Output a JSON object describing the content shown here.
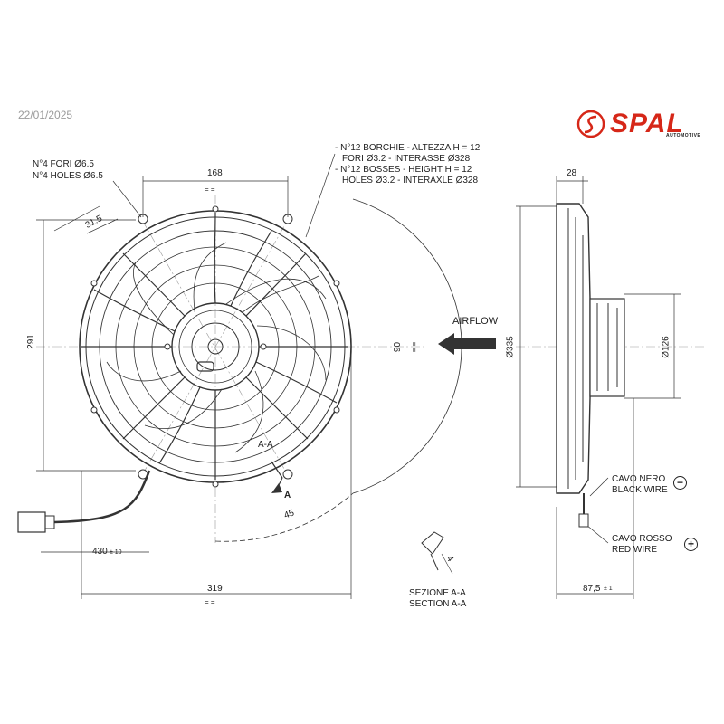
{
  "header": {
    "date": "22/01/2025",
    "brand": "SPAL",
    "brand_sub": "AUTOMOTIVE",
    "brand_color": "#d62718"
  },
  "notes": {
    "holes_it": "N°4 FORI Ø6.5",
    "holes_en": "N°4 HOLES Ø6.5",
    "bosses_it_1": "- N°12 BORCHIE - ALTEZZA H = 12",
    "bosses_it_2": "FORI Ø3.2 - INTERASSE Ø328",
    "bosses_en_1": "- N°12 BOSSES - HEIGHT H = 12",
    "bosses_en_2": "HOLES Ø3.2 - INTERAXLE Ø328"
  },
  "dimensions": {
    "d168": "168",
    "d31_5": "31.5",
    "d291": "291",
    "d90": "90",
    "d45": "45",
    "d430": "430",
    "d430_tol": "± 10",
    "d319": "319",
    "d28": "28",
    "d335": "Ø335",
    "d126": "Ø126",
    "d87_5": "87,5",
    "d87_5_tol": "± 1",
    "d4": "4",
    "equal_mark": "= ="
  },
  "labels": {
    "airflow": "AIRFLOW",
    "section_mark": "A",
    "section_cut": "A-A",
    "section_it": "SEZIONE A-A",
    "section_en": "SECTION A-A",
    "black_wire_it": "CAVO NERO",
    "black_wire_en": "BLACK WIRE",
    "black_sign": "−",
    "red_wire_it": "CAVO ROSSO",
    "red_wire_en": "RED WIRE",
    "red_sign": "+"
  }
}
